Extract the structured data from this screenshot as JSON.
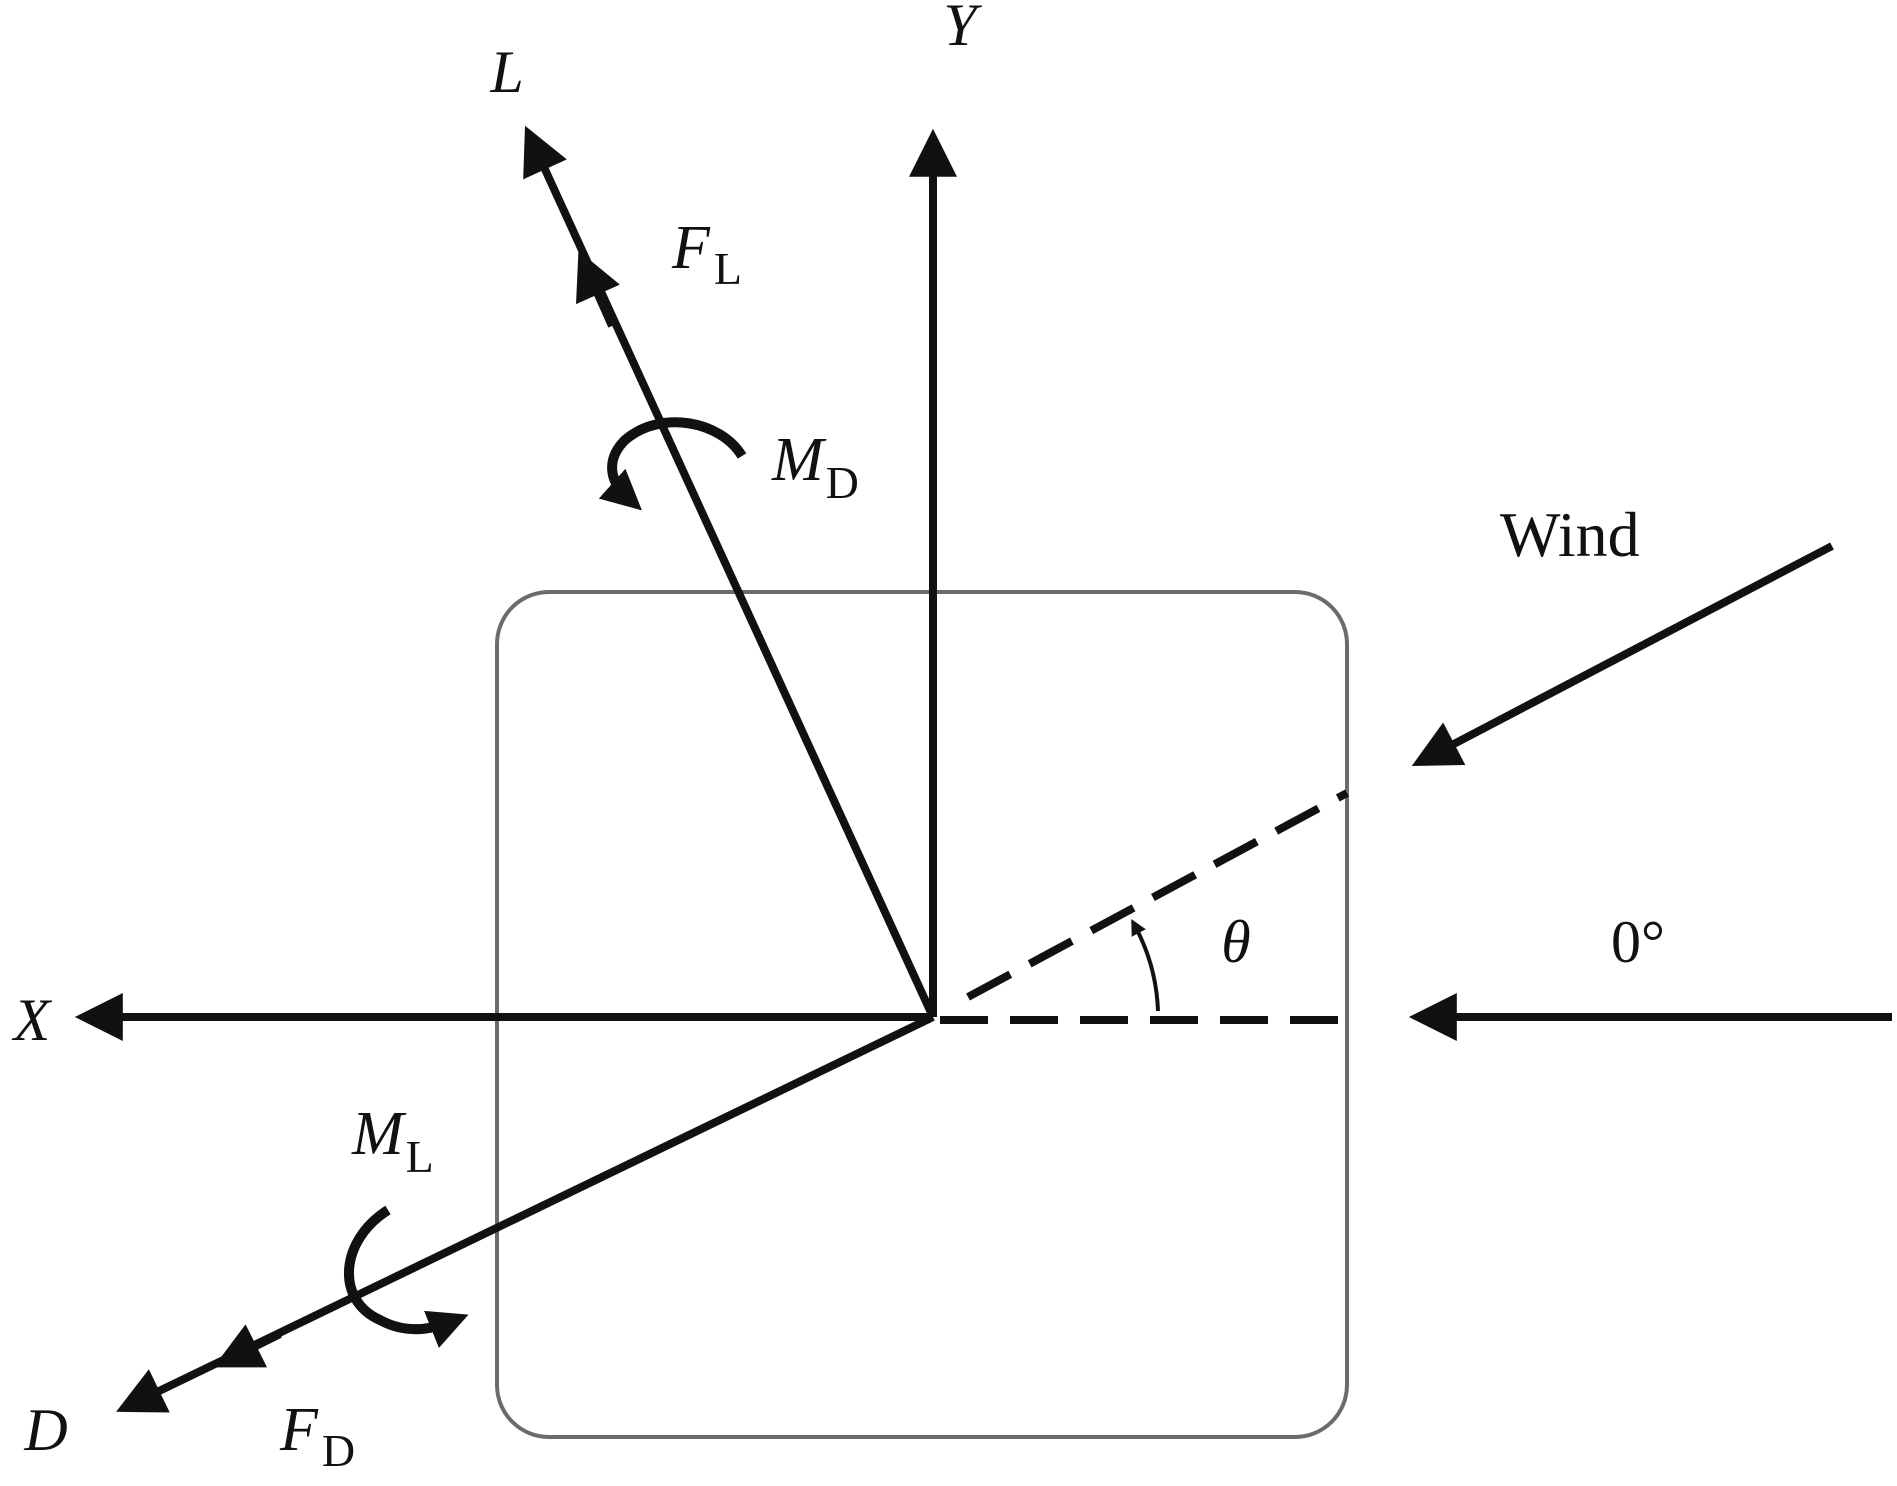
{
  "labels": {
    "x_axis": "X",
    "y_axis": "Y",
    "lift_axis": "L",
    "drag_axis": "D",
    "lift_force": {
      "main": "F",
      "sub": "L"
    },
    "drag_force": {
      "main": "F",
      "sub": "D"
    },
    "drag_moment": {
      "main": "M",
      "sub": "D"
    },
    "lift_moment": {
      "main": "M",
      "sub": "L"
    },
    "wind": "Wind",
    "angle": "θ",
    "zero_angle": "0°"
  },
  "colors": {
    "stroke": "#111111",
    "section_outline": "#6b6b6b",
    "background": "#ffffff"
  }
}
